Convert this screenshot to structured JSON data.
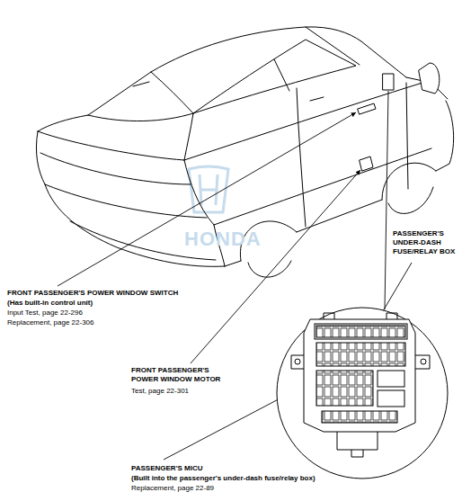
{
  "diagram": {
    "labels": [
      "PASSENGER'S UNDER-DASH FUSE/RELAY BOX",
      "FRONT PASSENGER'S POWER WINDOW SWITCH",
      "(Has built-in control unit)",
      "Input Test, page 22-296",
      "Replacement, page 22-306",
      "FRONT PASSENGER'S POWER WINDOW MOTOR",
      "Test, page 22-301",
      "PASSENGER'S MICU",
      "(Built into the passenger's under-dash fuse/relay box)",
      "Replacement, page 22-89",
      "HONDA"
    ]
  }
}
